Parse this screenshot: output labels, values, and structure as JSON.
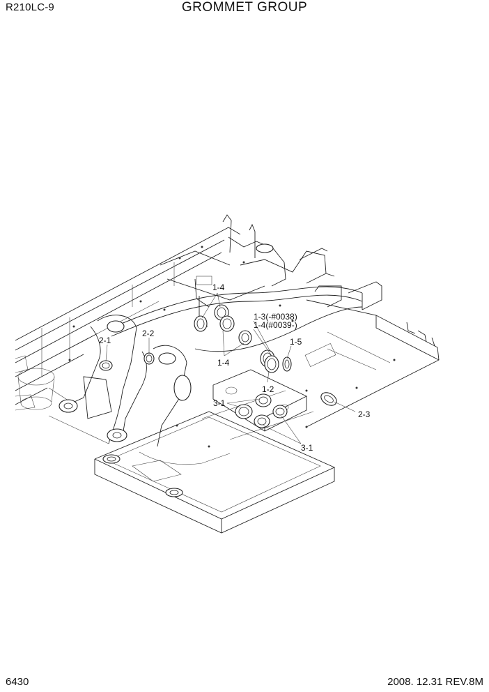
{
  "header": {
    "model": "R210LC-9",
    "title": "GROMMET GROUP"
  },
  "footer": {
    "page_number": "6430",
    "date_revision": "2008. 12.31  REV.8M"
  },
  "callouts": {
    "c_1_4_top": "1-4",
    "c_1_3": "1-3(-#0038)",
    "c_1_4_ser": "1-4(#0039-)",
    "c_1_5": "1-5",
    "c_2_1": "2-1",
    "c_2_2": "2-2",
    "c_1_4_low": "1-4",
    "c_1_2": "1-2",
    "c_3_1_left": "3-1",
    "c_2_3": "2-3",
    "c_3_1_low": "3-1"
  }
}
